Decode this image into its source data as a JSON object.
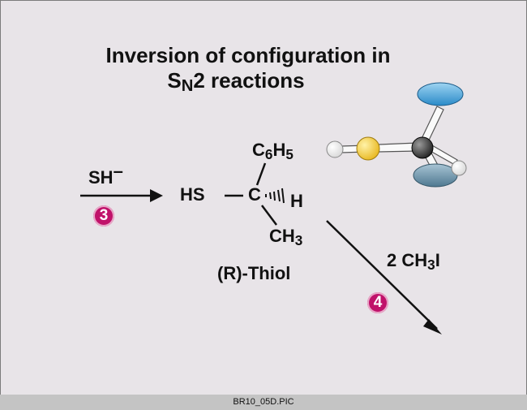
{
  "title": {
    "line1": "Inversion of configuration in",
    "line2_S": "S",
    "line2_N": "N",
    "line2_rest": "2 reactions"
  },
  "reagent_left": {
    "label": "SH",
    "charge": "–",
    "step": "3"
  },
  "molecule": {
    "hs": "HS",
    "bond": "—",
    "center": "C",
    "h": "H",
    "top_group_c": "C",
    "top_group_sub": "6",
    "top_group_h": "H",
    "top_group_sub2": "5",
    "bottom_group_c": "CH",
    "bottom_group_sub": "3",
    "name": "(R)-Thiol"
  },
  "reagent_right": {
    "count": "2",
    "label_ch": "CH",
    "label_sub": "3",
    "label_i": "I",
    "step": "4"
  },
  "model_colors": {
    "hydrogen": "#d8d8d8",
    "sulfur": "#e8b820",
    "carbon": "#222222",
    "phenyl": "#2a8ac8",
    "methyl": "#4e7890"
  },
  "caption": "BR10_05D.PIC"
}
